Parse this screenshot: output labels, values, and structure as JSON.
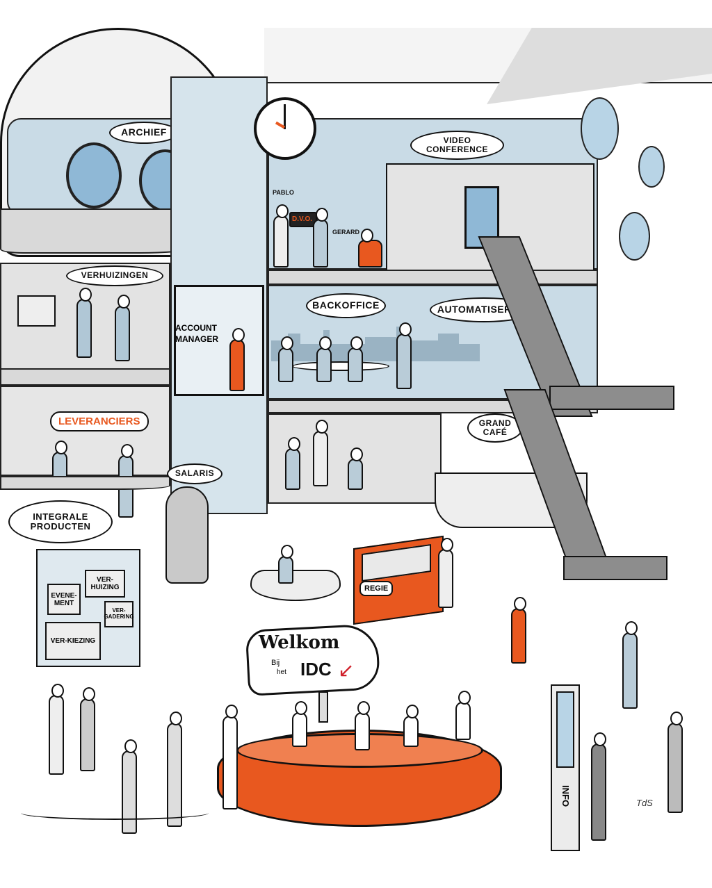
{
  "labels": {
    "archief": "ARCHIEF",
    "video_conference": "VIDEO CONFERENCE",
    "pablo": "PABLO",
    "dvo": "D.V.O.",
    "gerard": "GERARD",
    "verhuizingen": "VERHUIZINGEN",
    "account_manager": "ACCOUNT MANAGER",
    "backoffice": "BACKOFFICE",
    "automatisering": "AUTOMATISERING",
    "leveranciers": "LEVERANCIERS",
    "grand_cafe": "GRAND CAFÉ",
    "salaris": "SALARIS",
    "integrale_producten": "INTEGRALE PRODUCTEN",
    "regie": "REGIE",
    "info": "INFO"
  },
  "boxes": {
    "evenement": "EVENE-MENT",
    "verhuizing": "VER-HUIZING",
    "vergadering": "VER-GADERING",
    "verkiezing": "VER-KIEZING"
  },
  "welcome_sign": {
    "welkom": "Welkom",
    "bij": "Bij",
    "het": "het",
    "idc": "IDC"
  },
  "colors": {
    "accent": "#e8581f",
    "glass": "#c9dbe6",
    "welcome_red": "#d0202a"
  },
  "signature": "TdS"
}
